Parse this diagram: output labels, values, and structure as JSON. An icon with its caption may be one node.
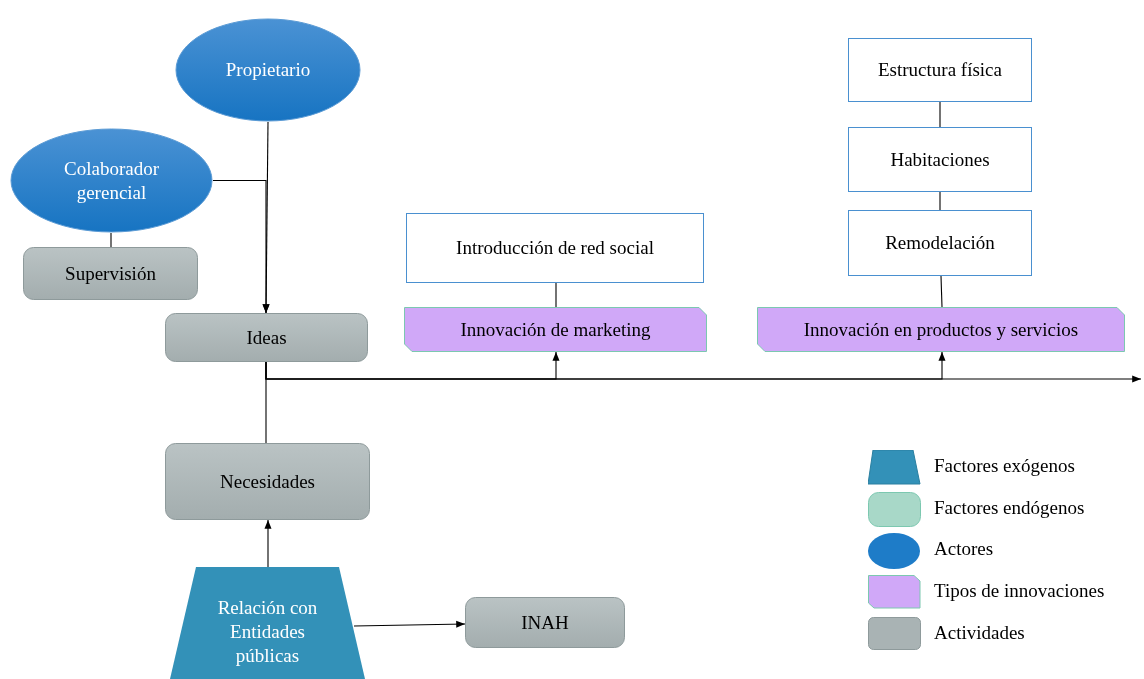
{
  "diagram": {
    "nodes": [
      {
        "text": [
          "Propietario"
        ]
      },
      {
        "text": [
          "Colaborador gerencial"
        ]
      },
      {
        "text": [
          "Supervisión"
        ]
      },
      {
        "text": [
          "Ideas"
        ]
      },
      {
        "text": [
          "Introducción de red social"
        ]
      },
      {
        "text": [
          "Innovación de marketing"
        ]
      },
      {
        "text": [
          "Estructura física"
        ]
      },
      {
        "text": [
          "Habitaciones"
        ]
      },
      {
        "text": [
          "Remodelación"
        ]
      },
      {
        "text": [
          "Innovación en productos y servicios"
        ]
      },
      {
        "text": [
          "Necesidades"
        ]
      },
      {
        "text": [
          "Relación con Entidades públicas"
        ]
      },
      {
        "text": [
          "INAH"
        ]
      }
    ],
    "edges": [
      {
        "from": 0,
        "to": 3,
        "arrow": "to"
      },
      {
        "from": 1,
        "to": 3,
        "arrow": "to"
      },
      {
        "from": 1,
        "to": 2,
        "arrow": "none"
      },
      {
        "from": 3,
        "to": 10,
        "arrow": "none"
      },
      {
        "from": 3,
        "to": 5,
        "arrow": "to"
      },
      {
        "from": 3,
        "to": 9,
        "arrow": "to"
      },
      {
        "from": 3,
        "to": null,
        "arrow": "to"
      },
      {
        "from": 4,
        "to": 5,
        "arrow": "none"
      },
      {
        "from": 6,
        "to": 7,
        "arrow": "none"
      },
      {
        "from": 7,
        "to": 8,
        "arrow": "none"
      },
      {
        "from": 8,
        "to": 9,
        "arrow": "none"
      },
      {
        "from": 11,
        "to": 10,
        "arrow": "to"
      },
      {
        "from": 11,
        "to": 12,
        "arrow": "to"
      }
    ],
    "legend": [
      {
        "text": "Factores exógenos",
        "color": "#3391b8"
      },
      {
        "text": "Factores endógenos",
        "color": "#a8d8c8"
      },
      {
        "text": "Actores",
        "color": "#1e7cc8"
      },
      {
        "text": "Tipos de innovaciones",
        "color": "#d0a8f8"
      },
      {
        "text": "Actividades",
        "color": "#a9b3b4"
      }
    ]
  }
}
